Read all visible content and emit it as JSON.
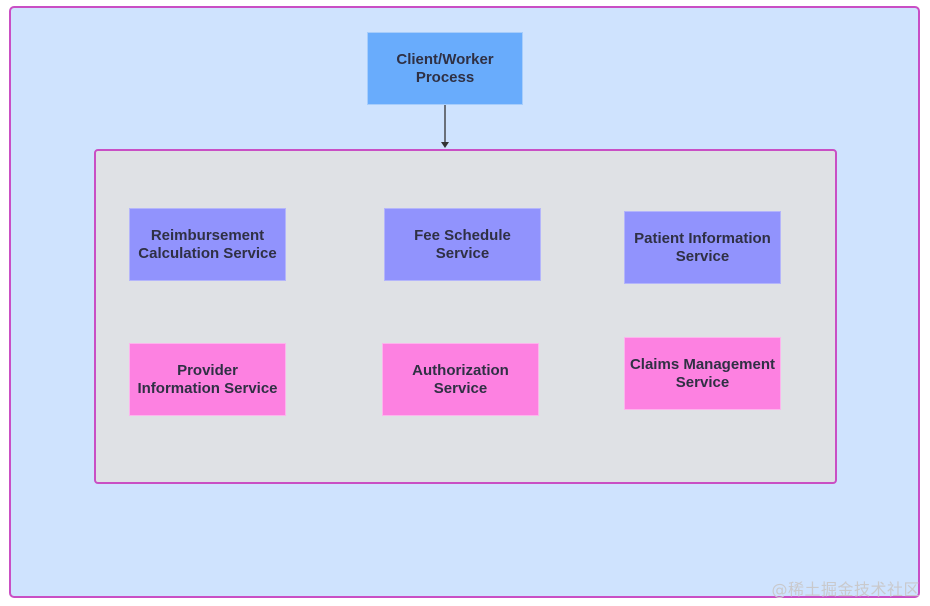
{
  "diagram": {
    "client": {
      "label": "Client/Worker\nProcess"
    },
    "services": [
      {
        "label": "Reimbursement\nCalculation Service"
      },
      {
        "label": "Fee Schedule\nService"
      },
      {
        "label": "Patient Information\nService"
      },
      {
        "label": "Provider\nInformation Service"
      },
      {
        "label": "Authorization\nService"
      },
      {
        "label": "Claims Management\nService"
      }
    ],
    "colors": {
      "outer_background": "#cfe3fe",
      "container_background": "#dfe1e5",
      "frame_border": "#c94fc4",
      "client_box": "#69acfc",
      "service_purple": "#9193fd",
      "service_pink": "#fd81e1",
      "text": "#2f3044"
    }
  },
  "watermark": "@稀土掘金技术社区"
}
